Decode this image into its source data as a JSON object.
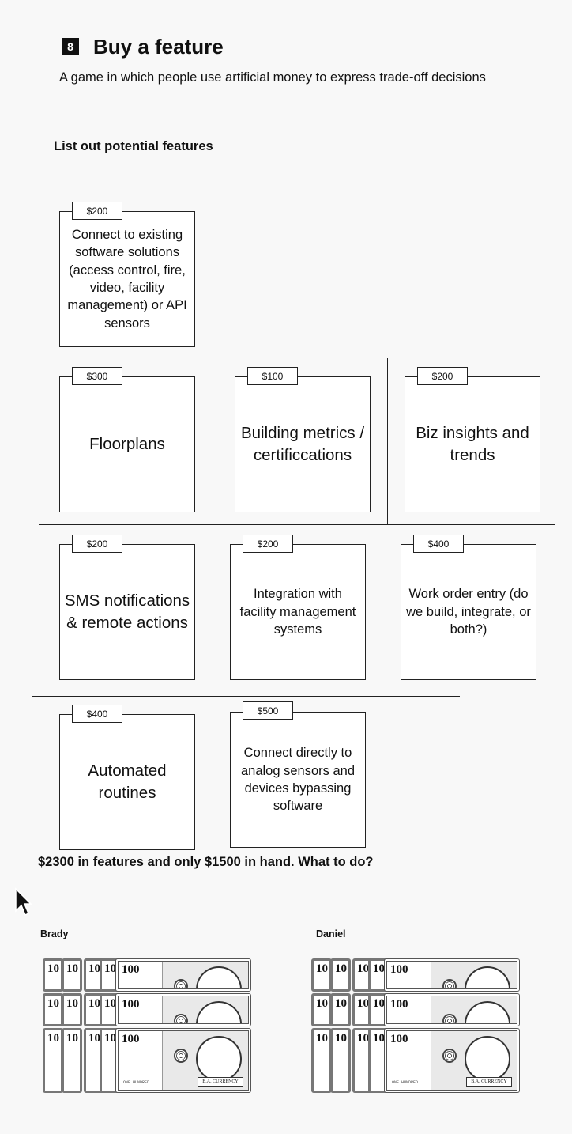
{
  "header": {
    "step_number": "8",
    "title": "Buy a feature",
    "subtitle": "A game in which people use artificial money to express trade-off decisions"
  },
  "section_heading": "List out potential features",
  "features": [
    {
      "price": "$200",
      "label": "Connect to existing software solutions (access control, fire, video, facility management) or API sensors"
    },
    {
      "price": "$300",
      "label": "Floorplans"
    },
    {
      "price": "$100",
      "label": "Building metrics / certificcations"
    },
    {
      "price": "$200",
      "label": "Biz insights and trends"
    },
    {
      "price": "$200",
      "label": "SMS notifications & remote actions"
    },
    {
      "price": "$200",
      "label": "Integration with facility management systems"
    },
    {
      "price": "$400",
      "label": "Work order entry (do we build, integrate, or both?)"
    },
    {
      "price": "$400",
      "label": "Automated routines"
    },
    {
      "price": "$500",
      "label": "Connect directly to analog sensors and devices bypassing software"
    }
  ],
  "question": "$2300 in features and only $1500 in hand.  What to do?",
  "players": [
    {
      "name": "Brady"
    },
    {
      "name": "Daniel"
    }
  ],
  "bill": {
    "denomination": "100",
    "edge_label": "10",
    "banner": "B.A. CURRENCY",
    "fine_print": "ONE HUNDRED"
  }
}
